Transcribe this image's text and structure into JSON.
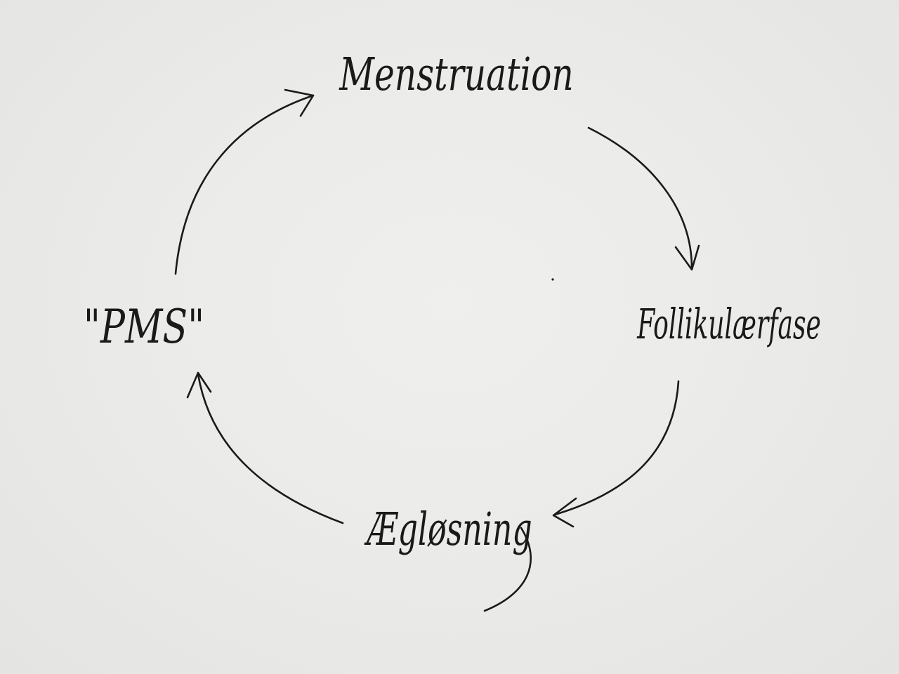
{
  "cycle": {
    "top": "Menstruation",
    "right": "Follikulærfase",
    "bottom": "Ægløsning",
    "left": "\"PMS\""
  },
  "colors": {
    "paper": "#ebebe9",
    "ink": "#1a1a1a"
  }
}
